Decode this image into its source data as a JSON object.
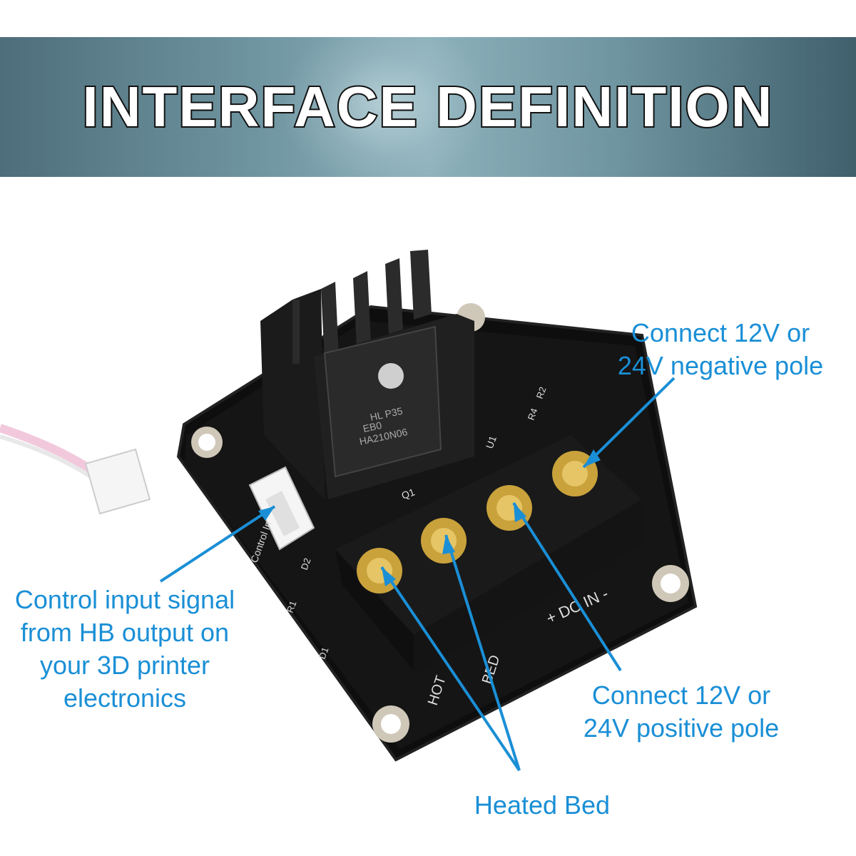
{
  "banner": {
    "title": "INTERFACE DEFINITION"
  },
  "callouts": {
    "negative": {
      "lines": [
        "Connect 12V or",
        "24V negative pole"
      ]
    },
    "control": {
      "lines": [
        "Control input signal",
        "from HB output on",
        "your 3D printer",
        "electronics"
      ]
    },
    "positive": {
      "lines": [
        "Connect 12V or",
        "24V positive pole"
      ]
    },
    "heated_bed": {
      "text": "Heated Bed"
    }
  },
  "board": {
    "silk_labels": {
      "hot": "HOT",
      "bed": "BED",
      "dc_in": "+ DC IN -",
      "control": "Control In",
      "u1": "U1",
      "q1": "Q1",
      "r1": "R1",
      "d1": "D1",
      "d2": "D2",
      "r2": "R2",
      "r4": "R4",
      "chip_line1": "HL P35",
      "chip_line2": "EB0",
      "chip_line3": "HA210N06"
    }
  },
  "colors": {
    "callout": "#1a8fd6",
    "pcb": "#111111",
    "terminal": "#1a1a1a",
    "screw": "#c9a23c"
  }
}
